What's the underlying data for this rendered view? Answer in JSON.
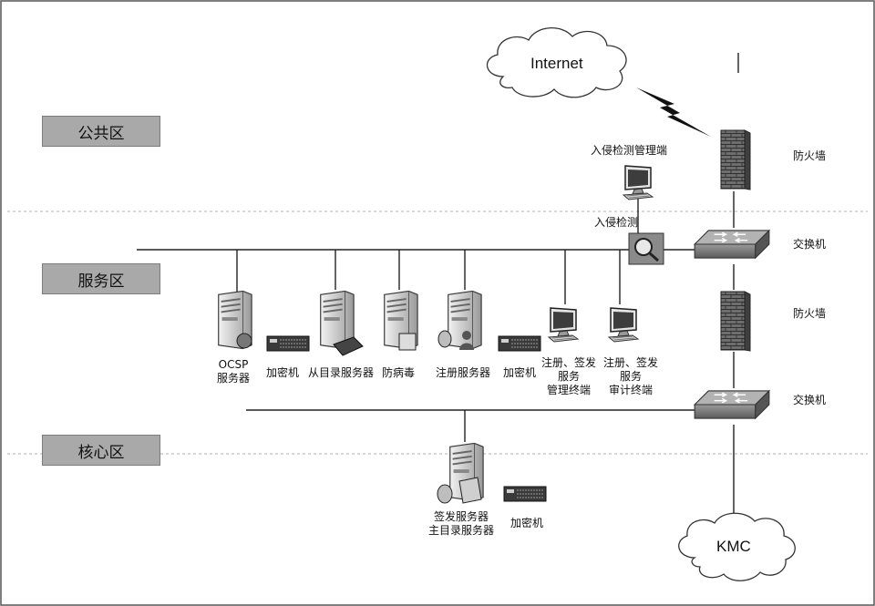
{
  "zones": {
    "public": "公共区",
    "service": "服务区",
    "core": "核心区"
  },
  "clouds": {
    "internet": "Internet",
    "kmc": "KMC"
  },
  "nodes": {
    "firewall_top": "防火墙",
    "firewall_mid": "防火墙",
    "switch_top": "交换机",
    "switch_bottom": "交换机",
    "ids_console": "入侵检测管理端",
    "ids": "入侵检测",
    "ocsp_line1": "OCSP",
    "ocsp_line2": "服务器",
    "encryptor_1": "加密机",
    "slave_dir": "从目录服务器",
    "antivirus": "防病毒",
    "reg_server": "注册服务器",
    "encryptor_2": "加密机",
    "mgmt_term_line1": "注册、签发",
    "mgmt_term_line2": "服务",
    "mgmt_term_line3": "管理终端",
    "audit_term_line1": "注册、签发",
    "audit_term_line2": "服务",
    "audit_term_line3": "审计终端",
    "sign_server_line1": "签发服务器",
    "sign_server_line2": "主目录服务器",
    "encryptor_3": "加密机"
  },
  "icons": [
    "cloud-icon",
    "lightning-icon",
    "firewall-icon",
    "switch-icon",
    "server-icon",
    "monitor-icon",
    "encryptor-icon",
    "magnifier-icon"
  ]
}
